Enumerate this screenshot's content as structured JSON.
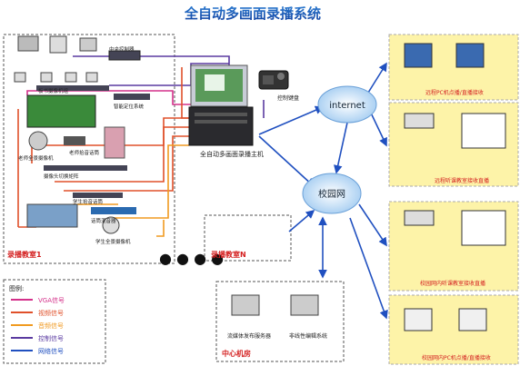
{
  "title": "全自动多画面录播系统",
  "labels": {
    "central_controller": "中央控制器",
    "annotation_box": "板书摄像机组",
    "smart_locator": "智能定位系统",
    "teacher_camera": "老师全景摄像机",
    "teacher_mic": "老师拾音话筒",
    "camera_switcher": "摄像头切换矩阵",
    "student_mic": "学生拾音话筒",
    "audio_mixer": "话筒混音器",
    "student_camera": "学生全景摄像机",
    "classroom1": "录播教室1",
    "classroomN": "录播教室N",
    "host": "全自动多画面录播主机",
    "keyboard": "控制键盘",
    "internet": "internet",
    "campus_net": "校园网",
    "remote_pc": "远程PC机点播/直播接收",
    "remote_classroom": "远程听课教室接收直播",
    "campus_classroom": "校园网内听课教室接收直播",
    "campus_pc": "校园网内PC机点播/直播接收",
    "center_room": "中心机房",
    "streaming_server": "流媒体发布服务器",
    "editing_system": "非线性编辑系统",
    "legend_title": "图例:"
  },
  "legend": [
    {
      "label": "VGA信号",
      "color": "#d4308a"
    },
    {
      "label": "视频信号",
      "color": "#e0502a"
    },
    {
      "label": "音频信号",
      "color": "#f09a20"
    },
    {
      "label": "控制信号",
      "color": "#5a3aa0"
    },
    {
      "label": "网络信号",
      "color": "#2050c0"
    }
  ],
  "colors": {
    "vga": "#d4308a",
    "video": "#e0502a",
    "audio": "#f09a20",
    "control": "#5a3aa0",
    "network": "#2050c0",
    "panel_yellow": "#fdf3a8",
    "red_text": "#d42020"
  }
}
